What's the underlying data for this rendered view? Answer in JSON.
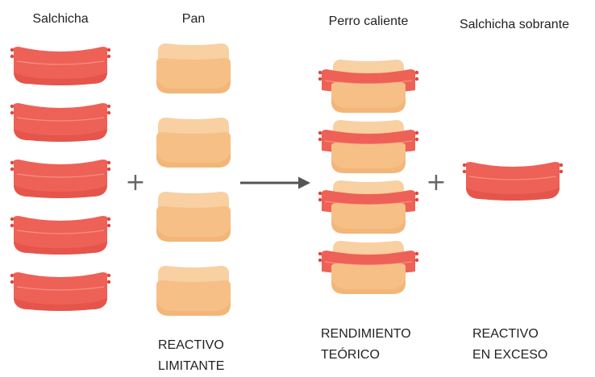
{
  "headings": {
    "sausage": "Salchicha",
    "bun": "Pan",
    "hotdog": "Perro caliente",
    "leftover": "Salchicha sobrante"
  },
  "captions": {
    "limiting": [
      "REACTIVO",
      "LIMITANTE"
    ],
    "yield": [
      "RENDIMIENTO",
      "TEÓRICO"
    ],
    "excess": [
      "REACTIVO",
      "EN EXCESO"
    ]
  },
  "symbols": {
    "plus": "+"
  },
  "counts": {
    "sausages": 5,
    "buns": 4,
    "hotdogs": 4,
    "leftover_sausages": 1
  },
  "icons": {
    "sausage": "sausage-icon",
    "bun": "bun-icon",
    "hotdog": "hotdog-icon",
    "arrow": "reaction-arrow-icon"
  },
  "colors": {
    "sausage": "#ee6156",
    "sausage_shadow": "#d9483f",
    "sausage_highlight": "#f79b91",
    "bun": "#f6bf85",
    "bun_dark": "#efae6c",
    "bun_light": "#f8d0a2",
    "arrow": "#555555",
    "text": "#222222"
  }
}
